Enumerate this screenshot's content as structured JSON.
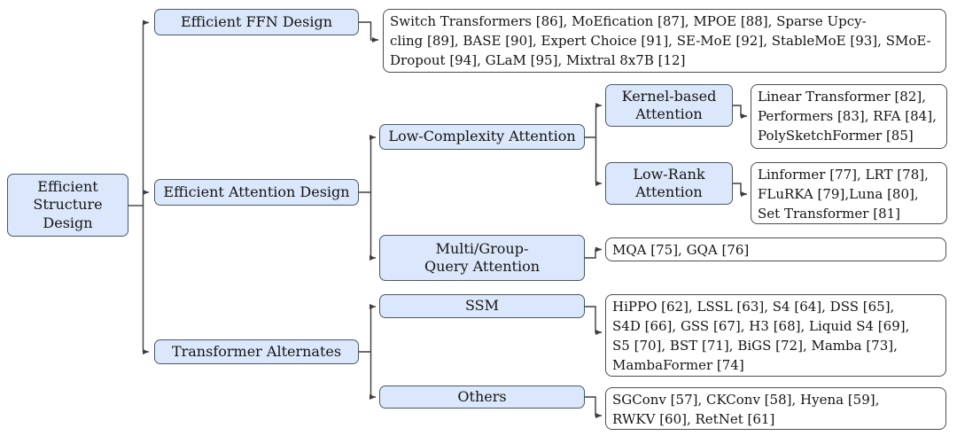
{
  "nodes": {
    "root": "Efficient\nStructure\nDesign",
    "ffn": "Efficient FFN Design",
    "attention": "Efficient Attention Design",
    "alternates": "Transformer Alternates",
    "low_complexity": "Low-Complexity Attention",
    "kernel_based": "Kernel-based\nAttention",
    "low_rank": "Low-Rank\nAttention",
    "multi_group_query": "Multi/Group-\nQuery Attention",
    "ssm": "SSM",
    "others": "Others"
  },
  "leaves": {
    "ffn": "Switch Transformers [86], MoEfication [87], MPOE [88], Sparse Upcy-\ncling [89], BASE [90], Expert Choice [91], SE-MoE [92], StableMoE [93], SMoE-\nDropout [94], GLaM [95], Mixtral 8x7B [12]",
    "kernel_based": "Linear Transformer [82],\nPerformers [83], RFA [84],\nPolySketchFormer [85]",
    "low_rank": "Linformer [77], LRT [78],\nFLuRKA [79],Luna [80],\nSet Transformer [81]",
    "multi_group_query": "MQA [75], GQA [76]",
    "ssm": "HiPPO [62], LSSL [63], S4 [64], DSS [65],\nS4D [66], GSS [67], H3 [68], Liquid S4 [69],\nS5 [70], BST [71], BiGS [72], Mamba [73],\nMambaFormer [74]",
    "others": "SGConv [57], CKConv [58], Hyena [59],\nRWKV [60], RetNet [61]"
  },
  "colors": {
    "node_fill": "#dbe8fb",
    "node_border": "#4b5866",
    "leaf_fill": "#ffffff",
    "leaf_border": "#4d4d4d",
    "connector": "#3d3d3d",
    "text": "#141414"
  }
}
